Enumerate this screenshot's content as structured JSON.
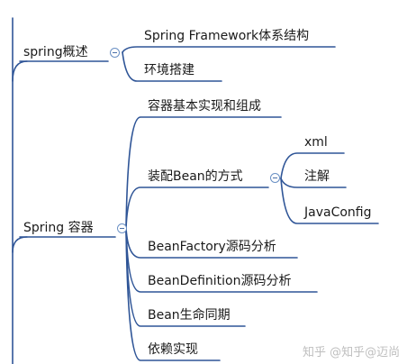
{
  "colors": {
    "branch": "#2f5597",
    "underline": "#3a5fa0",
    "toggle": "#6a90c4",
    "text": "#1a1a1a"
  },
  "topics": {
    "overview": {
      "label": "spring概述",
      "children": [
        "Spring Framework体系结构",
        "环境搭建"
      ]
    },
    "container": {
      "label": "Spring 容器",
      "children": [
        "容器基本实现和组成",
        "装配Bean的方式",
        "BeanFactory源码分析",
        "BeanDefinition源码分析",
        "Bean生命同期",
        "依赖实现"
      ]
    },
    "assembly": {
      "label": "装配Bean的方式",
      "children": [
        "xml",
        "注解",
        "JavaConfig"
      ]
    }
  },
  "watermark": {
    "text": "知乎 @知乎@迈尚"
  },
  "icons": {
    "collapse": "collapse-minus-icon"
  }
}
